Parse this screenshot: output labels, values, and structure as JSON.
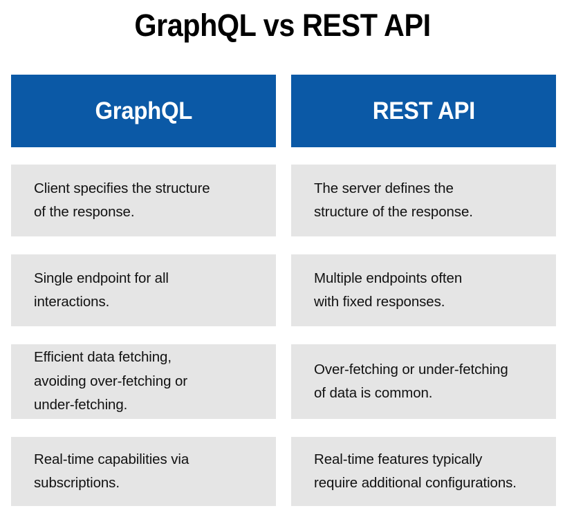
{
  "title": "GraphQL vs REST API",
  "colors": {
    "header_blue": "#0b59a6",
    "cell_gray": "#e5e5e5",
    "page_background": "#ffffff",
    "title_text": "#000000",
    "header_text": "#ffffff",
    "body_text": "#111111"
  },
  "chart_data": {
    "type": "table",
    "title": "GraphQL vs REST API",
    "columns": [
      "GraphQL",
      "REST API"
    ],
    "rows": [
      [
        "Client specifies the structure\nof the response.",
        "The server defines the\nstructure of the response."
      ],
      [
        "Single endpoint for all\ninteractions.",
        "Multiple endpoints often\nwith fixed responses."
      ],
      [
        "Efficient data fetching,\navoiding over-fetching or\nunder-fetching.",
        "Over-fetching or under-fetching\nof data is common."
      ],
      [
        "Real-time capabilities via\nsubscriptions.",
        "Real-time features typically\nrequire additional configurations."
      ]
    ]
  },
  "columns": {
    "left": {
      "header": "GraphQL",
      "cells": [
        "Client specifies the structure\nof the response.",
        "Single endpoint for all\ninteractions.",
        "Efficient data fetching,\navoiding over-fetching or\nunder-fetching.",
        "Real-time capabilities via\nsubscriptions."
      ]
    },
    "right": {
      "header": "REST API",
      "cells": [
        "The server defines the\nstructure of the response.",
        "Multiple endpoints often\nwith fixed responses.",
        "Over-fetching or under-fetching\nof data is common.",
        "Real-time features typically\nrequire additional configurations."
      ]
    }
  }
}
